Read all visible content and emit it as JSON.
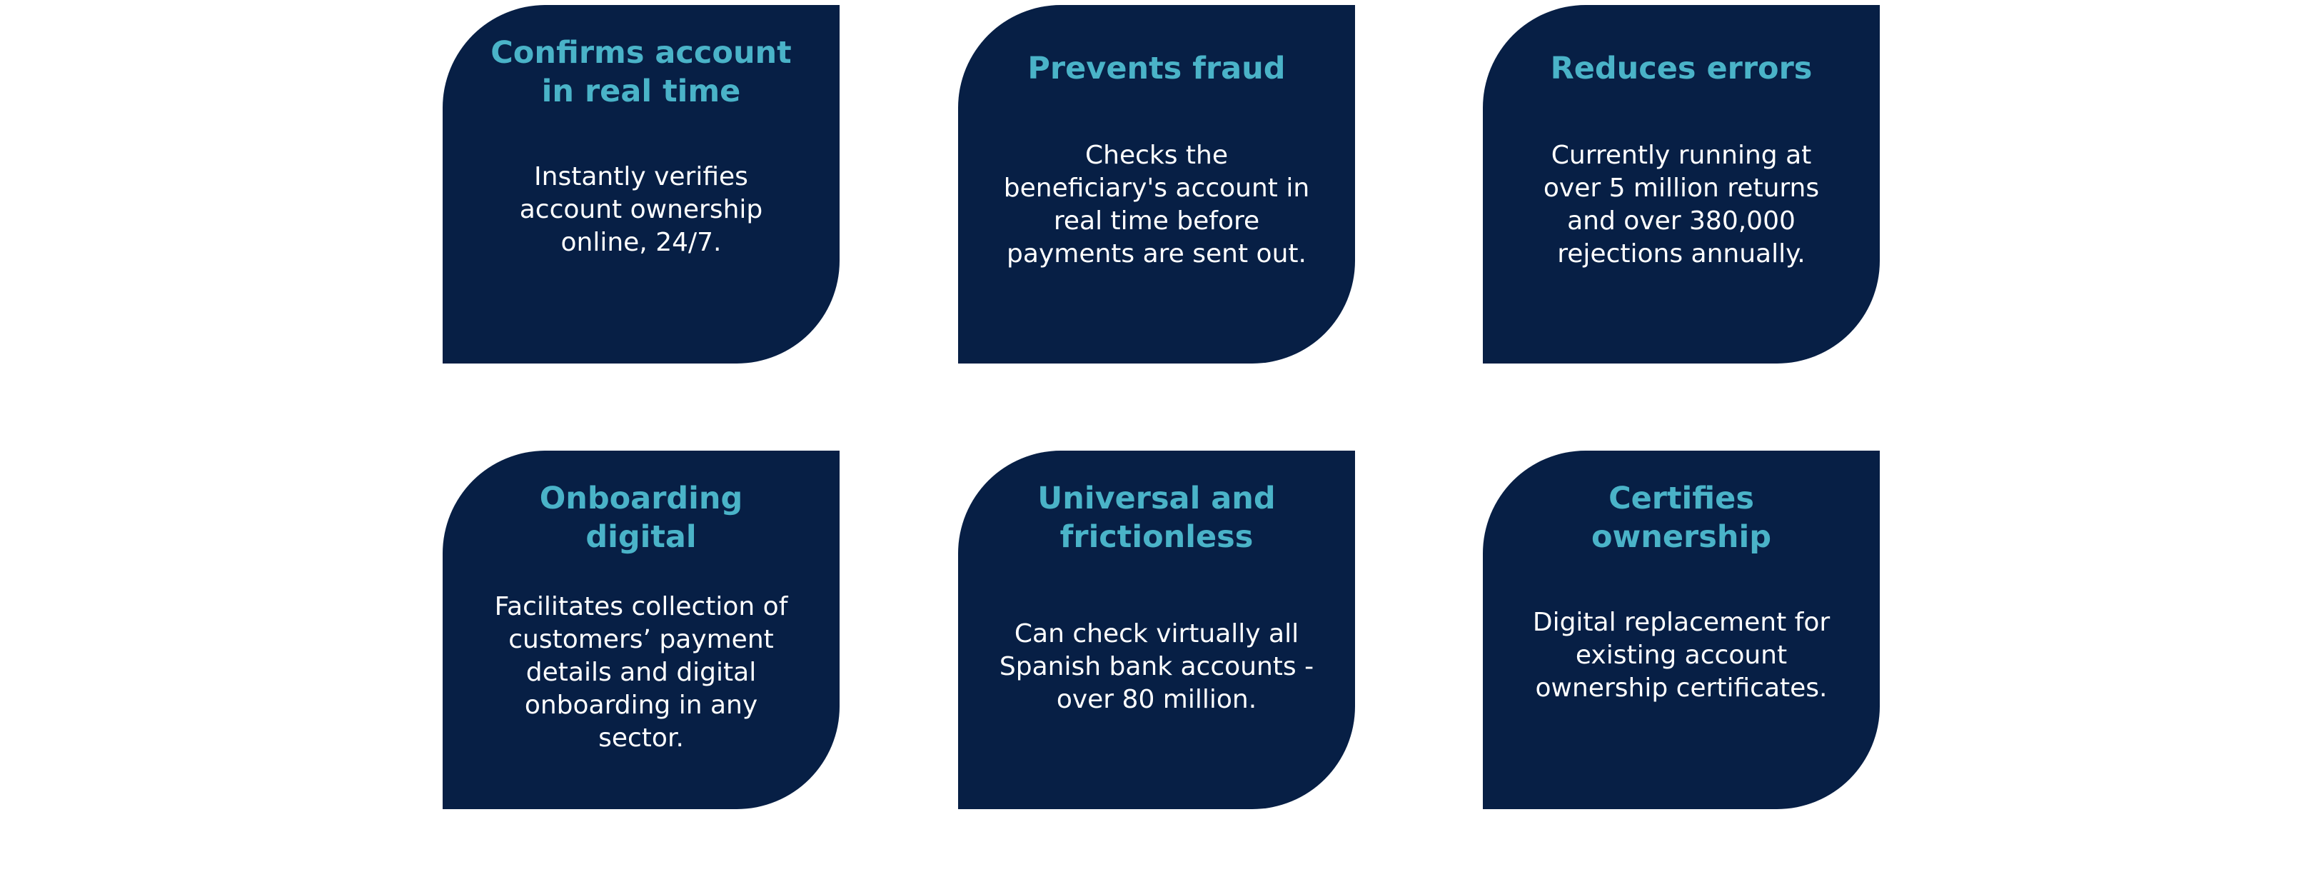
{
  "cards": [
    {
      "title_lines": [
        "Confirms account",
        "in real time"
      ],
      "desc_lines": [
        "Instantly verifies",
        "account ownership",
        "online, 24/7."
      ]
    },
    {
      "title_lines": [
        "Prevents fraud"
      ],
      "desc_lines": [
        "Checks the",
        "beneficiary's account in",
        "real time before",
        "payments are sent out."
      ]
    },
    {
      "title_lines": [
        "Reduces errors"
      ],
      "desc_lines": [
        "Currently running at",
        "over 5 million returns",
        "and over 380,000",
        "rejections annually."
      ]
    },
    {
      "title_lines": [
        "Onboarding",
        "digital"
      ],
      "desc_lines": [
        "Facilitates collection of",
        "customers’ payment",
        "details and digital",
        "onboarding in any",
        "sector."
      ]
    },
    {
      "title_lines": [
        "Universal and",
        "frictionless"
      ],
      "desc_lines": [
        "Can check virtually all",
        "Spanish bank accounts -",
        "over 80 million."
      ]
    },
    {
      "title_lines": [
        "Certifies",
        "ownership"
      ],
      "desc_lines": [
        "Digital replacement for",
        "existing account",
        "ownership certificates."
      ]
    }
  ],
  "colors": {
    "card_background": "#071f45",
    "title": "#4ab3c8",
    "description": "#ffffff",
    "page_background": "#ffffff"
  }
}
